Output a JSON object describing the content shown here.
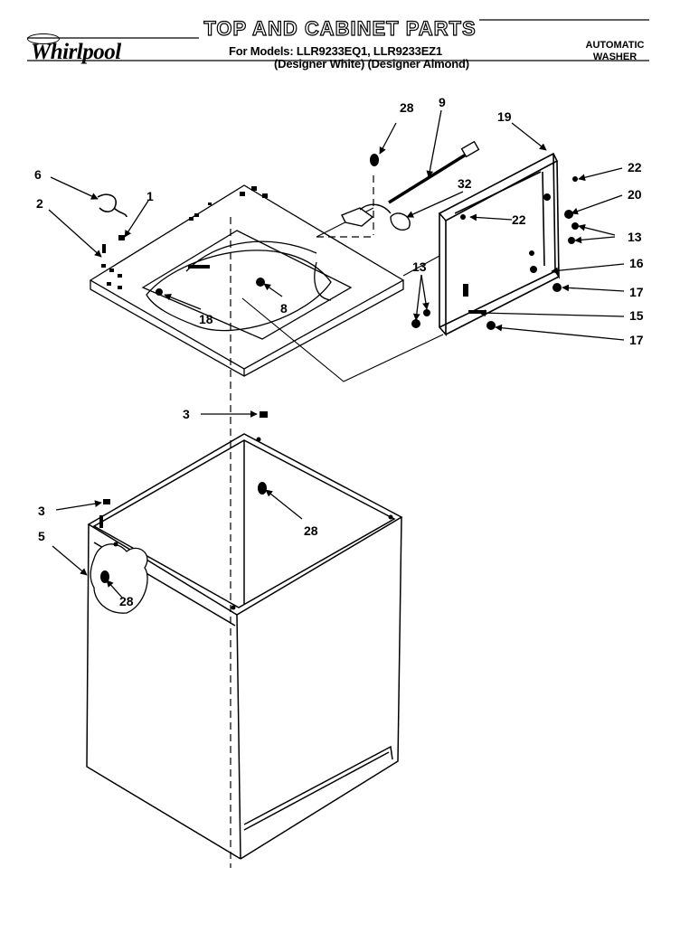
{
  "header": {
    "title": "TOP AND CABINET PARTS",
    "brand": "Whirlpool",
    "models_line": "For Models: LLR9233EQ1, LLR9233EZ1",
    "models_sub": "(Designer White)  (Designer Almond)",
    "product_type_line1": "AUTOMATIC",
    "product_type_line2": "WASHER"
  },
  "callouts": {
    "c6": "6",
    "c2": "2",
    "c1": "1",
    "c18": "18",
    "c8": "8",
    "c28a": "28",
    "c9": "9",
    "c32": "32",
    "c19": "19",
    "c22a": "22",
    "c20": "20",
    "c22b": "22",
    "c13a": "13",
    "c16": "16",
    "c17a": "17",
    "c13b": "13",
    "c15": "15",
    "c17b": "17",
    "c3a": "3",
    "c28b": "28",
    "c3b": "3",
    "c5": "5",
    "c28c": "28"
  },
  "colors": {
    "ink": "#000000",
    "paper": "#ffffff"
  }
}
